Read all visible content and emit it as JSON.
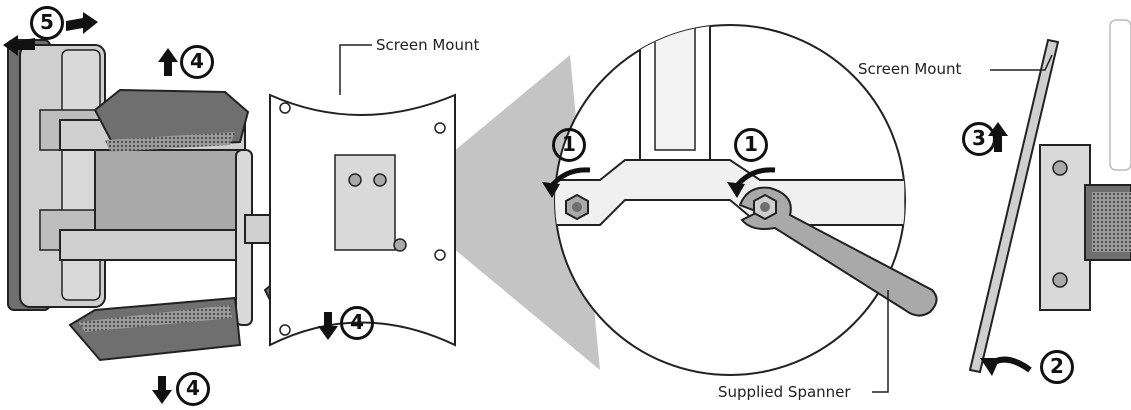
{
  "labels": {
    "screen_mount_main": "Screen Mount",
    "screen_mount_side": "Screen Mount",
    "supplied_spanner": "Supplied Spanner"
  },
  "steps": {
    "step1": "1",
    "step2": "2",
    "step3": "3",
    "step4": "4",
    "step5": "5"
  },
  "colors": {
    "line": "#222222",
    "light_gray": "#cfcfcf",
    "mid_gray": "#a9a9a9",
    "dark_gray": "#6f6f6f",
    "zoom_wedge": "#b5b5b5"
  }
}
